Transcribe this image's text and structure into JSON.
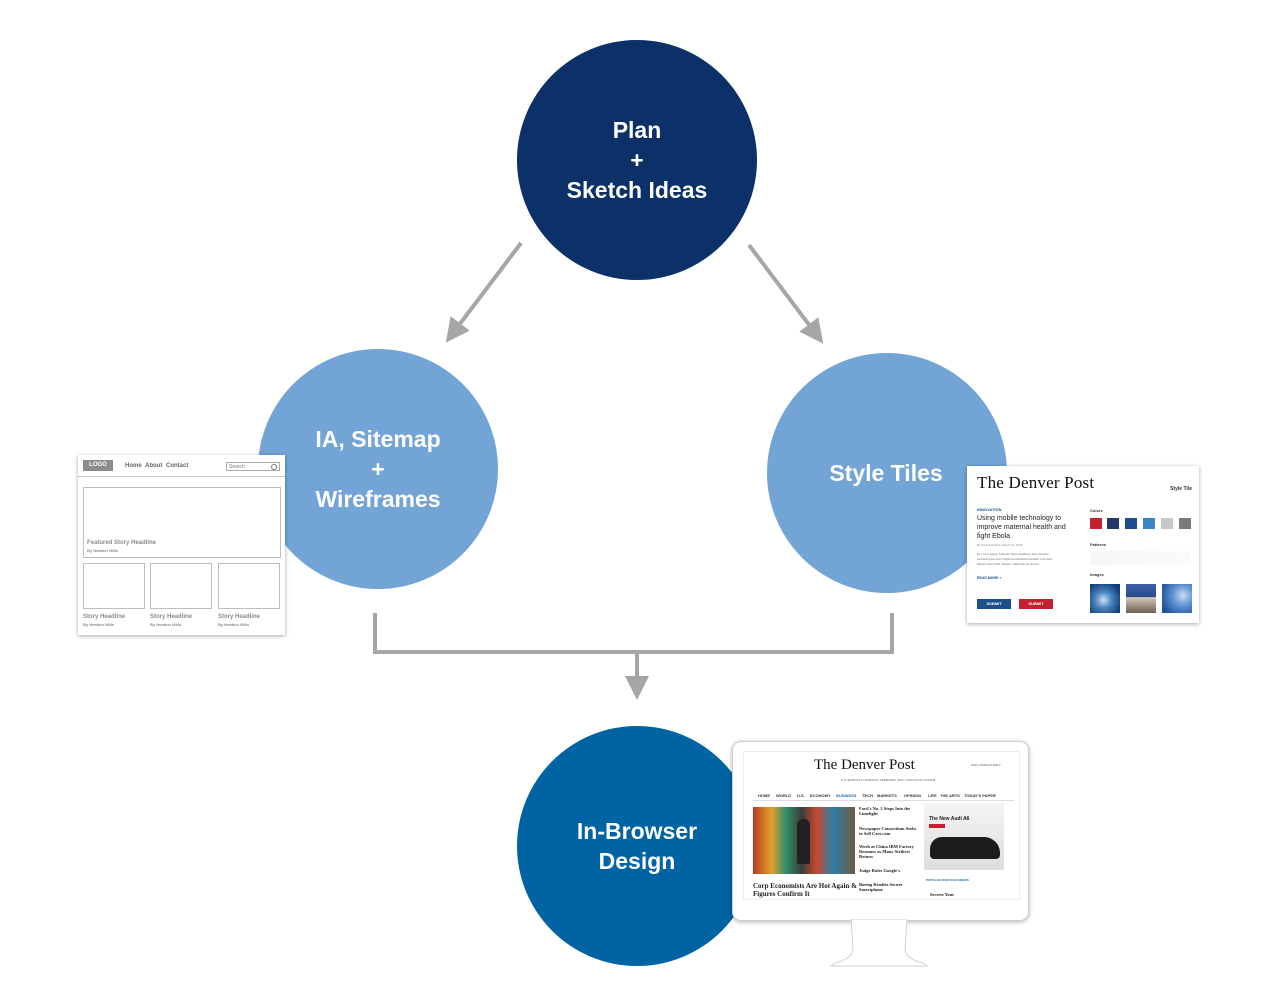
{
  "colors": {
    "plan": "#0b3168",
    "ia": "#72a4d6",
    "style": "#72a4d6",
    "browser": "#0064a3",
    "arrow": "#a6a6a6"
  },
  "nodes": {
    "plan": {
      "line1": "Plan",
      "line2": "+",
      "line3": "Sketch Ideas"
    },
    "ia": {
      "line1": "IA, Sitemap",
      "line2": "+",
      "line3": "Wireframes"
    },
    "style": {
      "line1": "Style Tiles"
    },
    "browser": {
      "line1": "In-Browser",
      "line2": "Design"
    }
  },
  "wireframe": {
    "logo": "LOGO",
    "nav": [
      "Home",
      "About",
      "Contact"
    ],
    "search": "Search",
    "featured_headline": "Featured Story Headline",
    "featured_byline": "By Heather Mills",
    "stories": [
      {
        "headline": "Story Headline",
        "byline": "By Heather Mills"
      },
      {
        "headline": "Story Headline",
        "byline": "By Heather Mills"
      },
      {
        "headline": "Story Headline",
        "byline": "By Heather Mills"
      }
    ]
  },
  "style_tile": {
    "masthead": "The Denver Post",
    "label": "Style Tile",
    "kicker": "INNOVATION",
    "headline": "Using mobile technology to improve maternal health and fight Ebola",
    "byline": "By Darrell M West  March 11, 2015",
    "body": "In a new paper, Darrell West examines how mobile technologies have improved maternal health care and helped deal with disease outbreaks in Africa.",
    "read_more": "READ MORE >",
    "buttons": [
      "SUBMIT",
      "SUBMIT"
    ],
    "button_colors": [
      "#1d4f8f",
      "#c4202f"
    ],
    "sections": [
      "Colors",
      "Patterns",
      "Images"
    ],
    "swatches": [
      "#c4202f",
      "#1d3a6b",
      "#1d4f8f",
      "#3a86c8",
      "#c8c8c8",
      "#7a7a7a"
    ]
  },
  "monitor": {
    "masthead": "The Denver Post",
    "edition": "U.S. EDITION ▾  THURSDAY FEBRUARY 26TH, 2015  AS OF 12:00PM",
    "subscribe": "SIGN IN/REGISTER ▾",
    "nav": [
      "HOME",
      "WORLD",
      "U.S.",
      "ECONOMY",
      "BUSINESS",
      "TECH",
      "MARKETS",
      "OPINION",
      "LIFE",
      "THE ARTS",
      "TODAY'S PAPER"
    ],
    "lead_headline": "Corp Economists Are Hot Again & Figures Confirm It",
    "side_headlines": [
      "Ford's No. 2 Steps Into the Limelight",
      "Newspaper Consortium Seeks to Sell Cars.com",
      "Work at China IBM Factory Resumes as Many Strikers Return",
      "Judge Rules Google's",
      "Boeing Readies Secure Smartphone"
    ],
    "ad_headline": "The New Audi A6",
    "popular": "POPULAR NOW IN BUSINESS",
    "popular_item": "Secrets Your"
  }
}
